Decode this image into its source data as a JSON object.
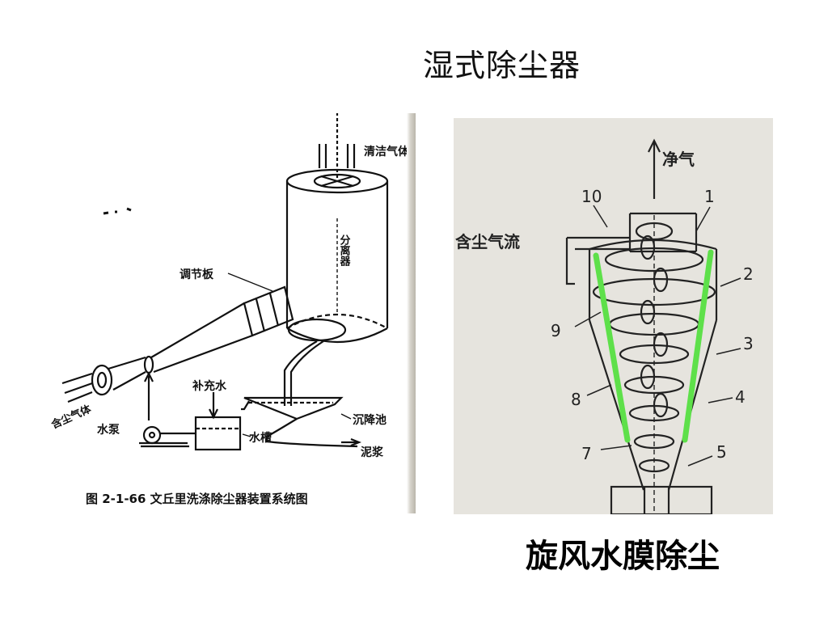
{
  "slide": {
    "title": "湿式除尘器"
  },
  "left_figure": {
    "labels": {
      "clean_gas": "清洁气体",
      "separator": "分离器",
      "damper": "调节板",
      "dusty_gas": "含尘气体",
      "makeup_water": "补充水",
      "pump": "水泵",
      "water_tank": "水槽",
      "settling_tank": "沉降池",
      "sludge": "泥浆"
    },
    "caption": "图 2-1-66  文丘里洗涤除尘器装置系统图"
  },
  "right_figure": {
    "labels": {
      "clean_gas": "净气",
      "dusty_flow": "含尘气流",
      "n1": "1",
      "n2": "2",
      "n3": "3",
      "n4": "4",
      "n5": "5",
      "n7": "7",
      "n8": "8",
      "n9": "9",
      "n10": "10"
    },
    "highlight_color": "#5ee04a",
    "caption": "旋风水膜除尘"
  }
}
